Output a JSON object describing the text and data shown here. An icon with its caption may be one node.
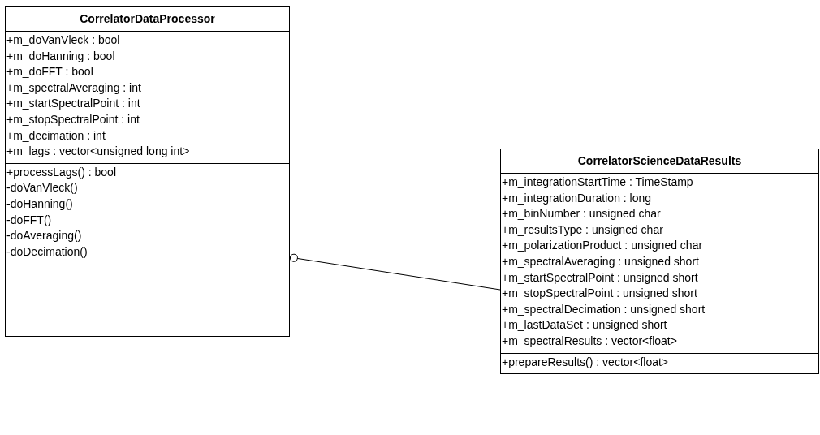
{
  "diagram": {
    "nodes": [
      {
        "text": [
          "CorrelatorDataProcessor"
        ]
      },
      {
        "text": [
          "+m_doVanVleck : bool",
          "+m_doHanning : bool",
          "+m_doFFT : bool",
          "+m_spectralAveraging : int",
          "+m_startSpectralPoint : int",
          "+m_stopSpectralPoint : int",
          "+m_decimation : int",
          "+m_lags : vector<unsigned long int>"
        ],
        "in": 0
      },
      {
        "text": [
          "+processLags() : bool",
          "-doVanVleck()",
          "-doHanning()",
          "-doFFT()",
          "-doAveraging()",
          "-doDecimation()"
        ],
        "in": 0
      },
      {
        "text": [
          "CorrelatorScienceDataResults"
        ]
      },
      {
        "text": [
          "+m_integrationStartTime : TimeStamp",
          "+m_integrationDuration : long",
          "+m_binNumber : unsigned char",
          "+m_resultsType : unsigned char",
          "+m_polarizationProduct : unsigned char",
          "+m_spectralAveraging : unsigned short",
          "+m_startSpectralPoint : unsigned short",
          "+m_stopSpectralPoint : unsigned short",
          "+m_spectralDecimation : unsigned short",
          "+m_lastDataSet : unsigned short",
          "+m_spectralResults : vector<float>"
        ],
        "in": 3
      },
      {
        "text": [
          "+prepareResults() : vector<float>"
        ],
        "in": 3
      }
    ],
    "edges": [
      {
        "from": 0,
        "to": 3,
        "arrow": "other"
      }
    ]
  }
}
